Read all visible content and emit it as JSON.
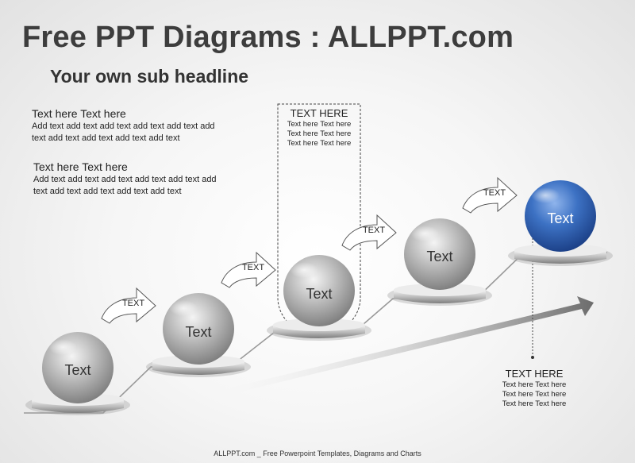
{
  "title": "Free PPT Diagrams : ALLPPT.com",
  "subtitle": "Your own sub headline",
  "blocks": [
    {
      "heading": "Text here Text here",
      "body": [
        "Add text add text add text add text add text add",
        "text add text add text add text add text"
      ]
    },
    {
      "heading": "Text here Text here",
      "body": [
        "Add text add text add text add text add text add",
        "text add text add text add text add text"
      ]
    }
  ],
  "callout_top": {
    "heading": "TEXT HERE",
    "lines": [
      "Text here Text here",
      "Text here Text here",
      "Text here Text here"
    ]
  },
  "callout_bottom": {
    "heading": "TEXT HERE",
    "lines": [
      "Text here Text here",
      "Text here Text here",
      "Text here Text here"
    ]
  },
  "steps": [
    {
      "label": "Text",
      "highlight": false
    },
    {
      "label": "Text",
      "highlight": false
    },
    {
      "label": "Text",
      "highlight": false
    },
    {
      "label": "Text",
      "highlight": false
    },
    {
      "label": "Text",
      "highlight": true
    }
  ],
  "arrows": [
    "TEXT",
    "TEXT",
    "TEXT",
    "TEXT"
  ],
  "footer": "ALLPPT.com _ Free Powerpoint Templates, Diagrams and Charts",
  "colors": {
    "sphere_gray": "#9a9a9a",
    "sphere_blue": "#2f63b3",
    "title": "#3d3d3d"
  }
}
